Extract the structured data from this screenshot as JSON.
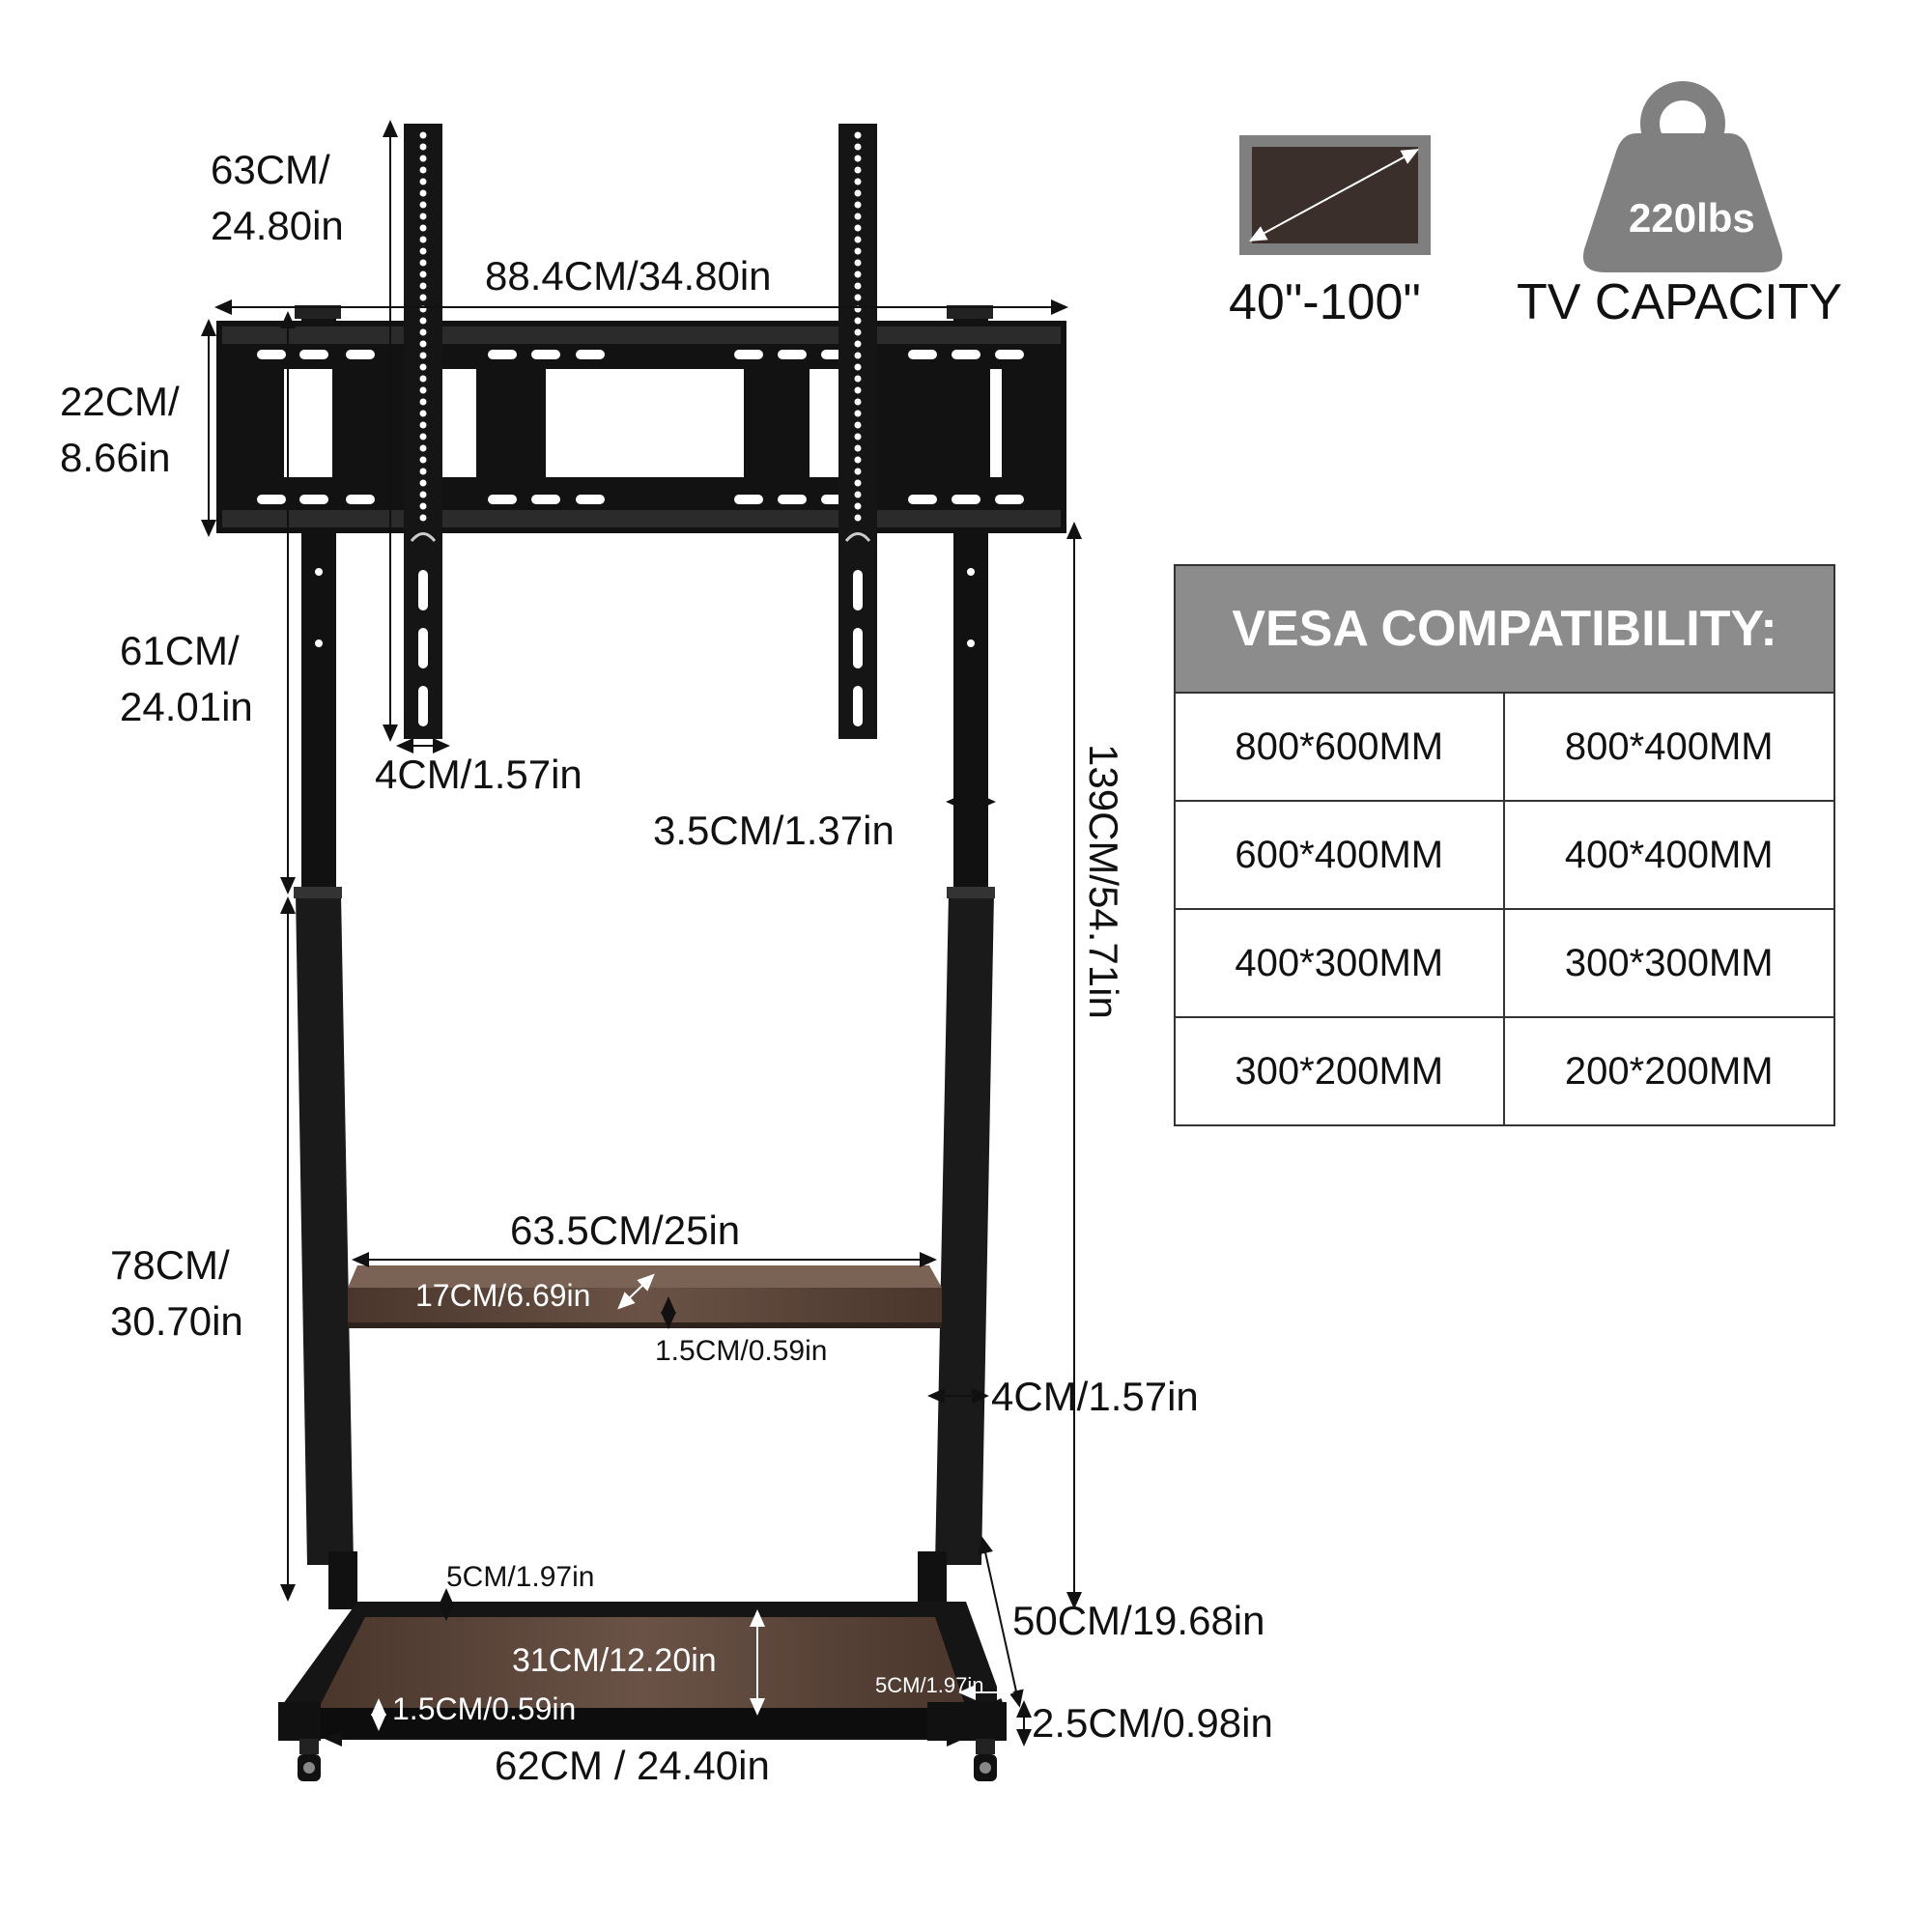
{
  "dimensions": {
    "arm_height_a": "63CM/",
    "arm_height_b": "24.80in",
    "bracket_width": "88.4CM/34.80in",
    "bracket_height_a": "22CM/",
    "bracket_height_b": "8.66in",
    "upper_post_a": "61CM/",
    "upper_post_b": "24.01in",
    "arm_width": "4CM/1.57in",
    "post_width_upper": "3.5CM/1.37in",
    "total_height": "139CM/54.71in",
    "lower_post_a": "78CM/",
    "lower_post_b": "30.70in",
    "shelf_width": "63.5CM/25in",
    "shelf_depth": "17CM/6.69in",
    "shelf_thickness": "1.5CM/0.59in",
    "post_width_lower": "4CM/1.57in",
    "base_frame_width": "5CM/1.97in",
    "base_depth": "50CM/19.68in",
    "base_shelf_depth": "31CM/12.20in",
    "base_side_width": "5CM/1.97in",
    "base_shelf_thickness": "1.5CM/0.59in",
    "base_height": "2.5CM/0.98in",
    "base_width": "62CM / 24.40in"
  },
  "screen_size": "40\"-100\"",
  "weight_badge": "220lbs",
  "capacity_label": "TV CAPACITY",
  "vesa": {
    "title": "VESA COMPATIBILITY:",
    "sizes": [
      "800*600MM",
      "800*400MM",
      "600*400MM",
      "400*400MM",
      "400*300MM",
      "300*300MM",
      "300*200MM",
      "200*200MM"
    ]
  },
  "colors": {
    "metal": "#111111",
    "wood": "#5a4438",
    "badge_gray": "#808080",
    "screen_dark": "#3a2f2a"
  },
  "icons": [
    "tv-screen-icon",
    "weight-icon",
    "caster-wheel-icon"
  ]
}
